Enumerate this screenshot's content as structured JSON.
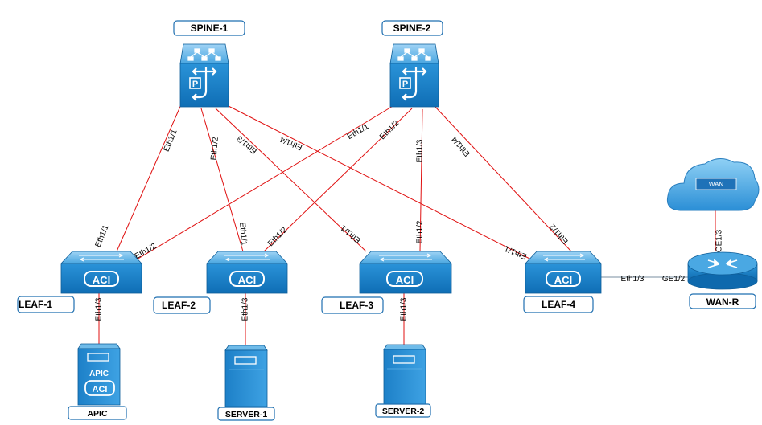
{
  "nodes": {
    "spine1": {
      "label": "SPINE-1",
      "icon": "spine-switch-icon"
    },
    "spine2": {
      "label": "SPINE-2",
      "icon": "spine-switch-icon"
    },
    "leaf1": {
      "label": "LEAF-1",
      "icon": "aci-leaf-switch-icon",
      "badge": "ACI"
    },
    "leaf2": {
      "label": "LEAF-2",
      "icon": "aci-leaf-switch-icon",
      "badge": "ACI"
    },
    "leaf3": {
      "label": "LEAF-3",
      "icon": "aci-leaf-switch-icon",
      "badge": "ACI"
    },
    "leaf4": {
      "label": "LEAF-4",
      "icon": "aci-leaf-switch-icon",
      "badge": "ACI"
    },
    "apic": {
      "label": "APIC",
      "icon": "apic-server-icon",
      "device_text": "APIC",
      "badge": "ACI"
    },
    "server1": {
      "label": "SERVER-1",
      "icon": "server-icon"
    },
    "server2": {
      "label": "SERVER-2",
      "icon": "server-icon"
    },
    "wan": {
      "label": "WAN",
      "icon": "cloud-icon"
    },
    "wanr": {
      "label": "WAN-R",
      "icon": "router-icon"
    }
  },
  "links": [
    {
      "id": "s1-l1",
      "a_port": "Eth1/1",
      "b_port": "Eth1/1"
    },
    {
      "id": "s1-l2",
      "a_port": "Eth1/2",
      "b_port": "Eth1/1"
    },
    {
      "id": "s1-l3",
      "a_port": "Eth1/3",
      "b_port": "Eth1/1"
    },
    {
      "id": "s1-l4",
      "a_port": "Eth1/4",
      "b_port": "Eth1/1"
    },
    {
      "id": "s2-l1",
      "a_port": "Eth1/1",
      "b_port": "Eth1/2"
    },
    {
      "id": "s2-l2",
      "a_port": "Eth1/2",
      "b_port": "Eth1/2"
    },
    {
      "id": "s2-l3",
      "a_port": "Eth1/3",
      "b_port": "Eth1/2"
    },
    {
      "id": "s2-l4",
      "a_port": "Eth1/4",
      "b_port": "Eth1/2"
    },
    {
      "id": "l1-apic",
      "a_port": "Eth1/3"
    },
    {
      "id": "l2-srv1",
      "a_port": "Eth1/3"
    },
    {
      "id": "l3-srv2",
      "a_port": "Eth1/3"
    },
    {
      "id": "l4-wanr",
      "a_port": "Eth1/3",
      "b_port": "GE1/2"
    },
    {
      "id": "wanr-wan",
      "a_port": "GE1/3"
    }
  ],
  "colors": {
    "link": "#e01010",
    "device_blue": "#1a7cc1",
    "label_border": "#1f6fb0"
  }
}
